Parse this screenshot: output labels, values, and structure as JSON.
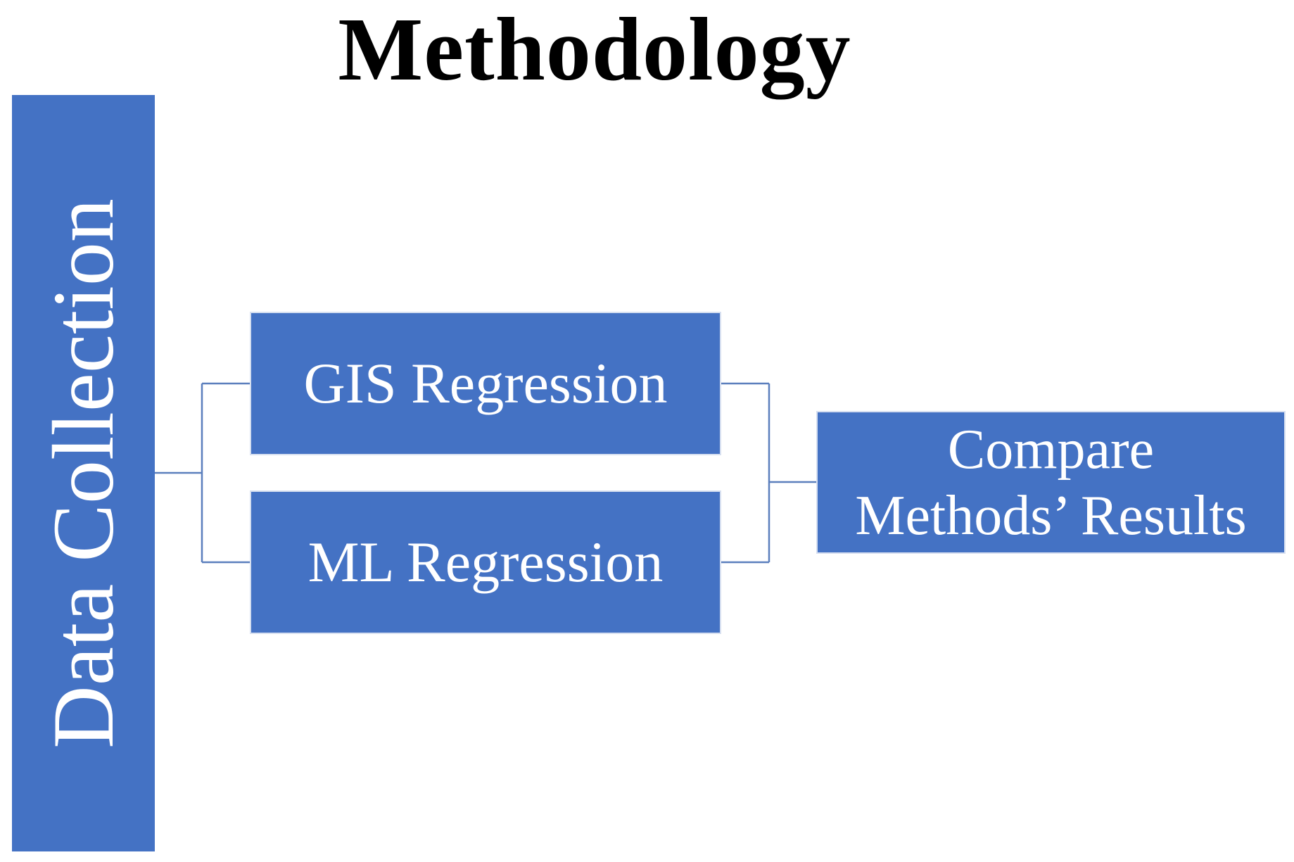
{
  "title": "Methodology",
  "nodes": {
    "data_collection": "Data Collection",
    "gis_regression": "GIS Regression",
    "ml_regression": "ML Regression",
    "compare_results": "Compare\nMethods’ Results"
  },
  "colors": {
    "box_fill": "#4472c4",
    "box_text": "#ffffff",
    "connector": "#5b7fbd",
    "title": "#000000"
  }
}
